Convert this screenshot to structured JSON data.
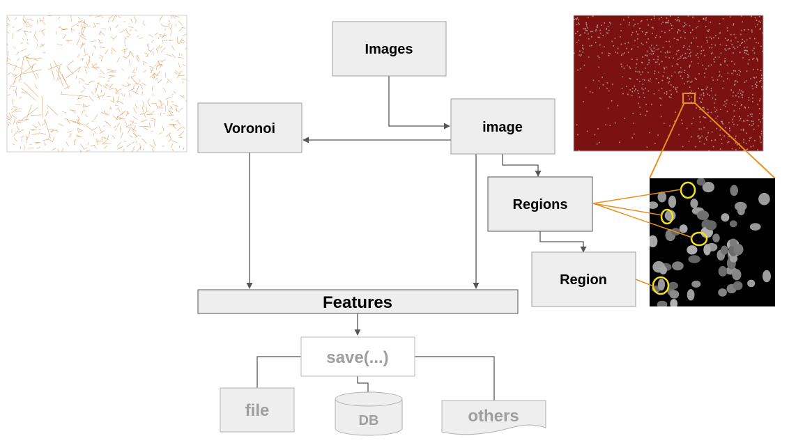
{
  "nodes": {
    "images": "Images",
    "image": "image",
    "voronoi": "Voronoi",
    "regions": "Regions",
    "region": "Region",
    "features": "Features",
    "save": "save(...)",
    "file": "file",
    "db": "DB",
    "others": "others"
  },
  "colors": {
    "box_fill": "#eeeeee",
    "box_stroke": "#9e9e9e",
    "arrow": "#555555",
    "muted_text": "#9e9e9e",
    "voronoi_line": "#e0a36a",
    "heatmap_bg": "#7a1212",
    "callout": "#e8911f",
    "highlight": "#f2e21b",
    "nuclei_bg": "#000000",
    "nucleus": "#8c8c8c"
  },
  "thumbnails": {
    "voronoi": "voronoi-tessellation-thumbnail",
    "heatmap": "microscopy-overview-thumbnail",
    "nuclei": "nuclei-closeup-thumbnail"
  }
}
